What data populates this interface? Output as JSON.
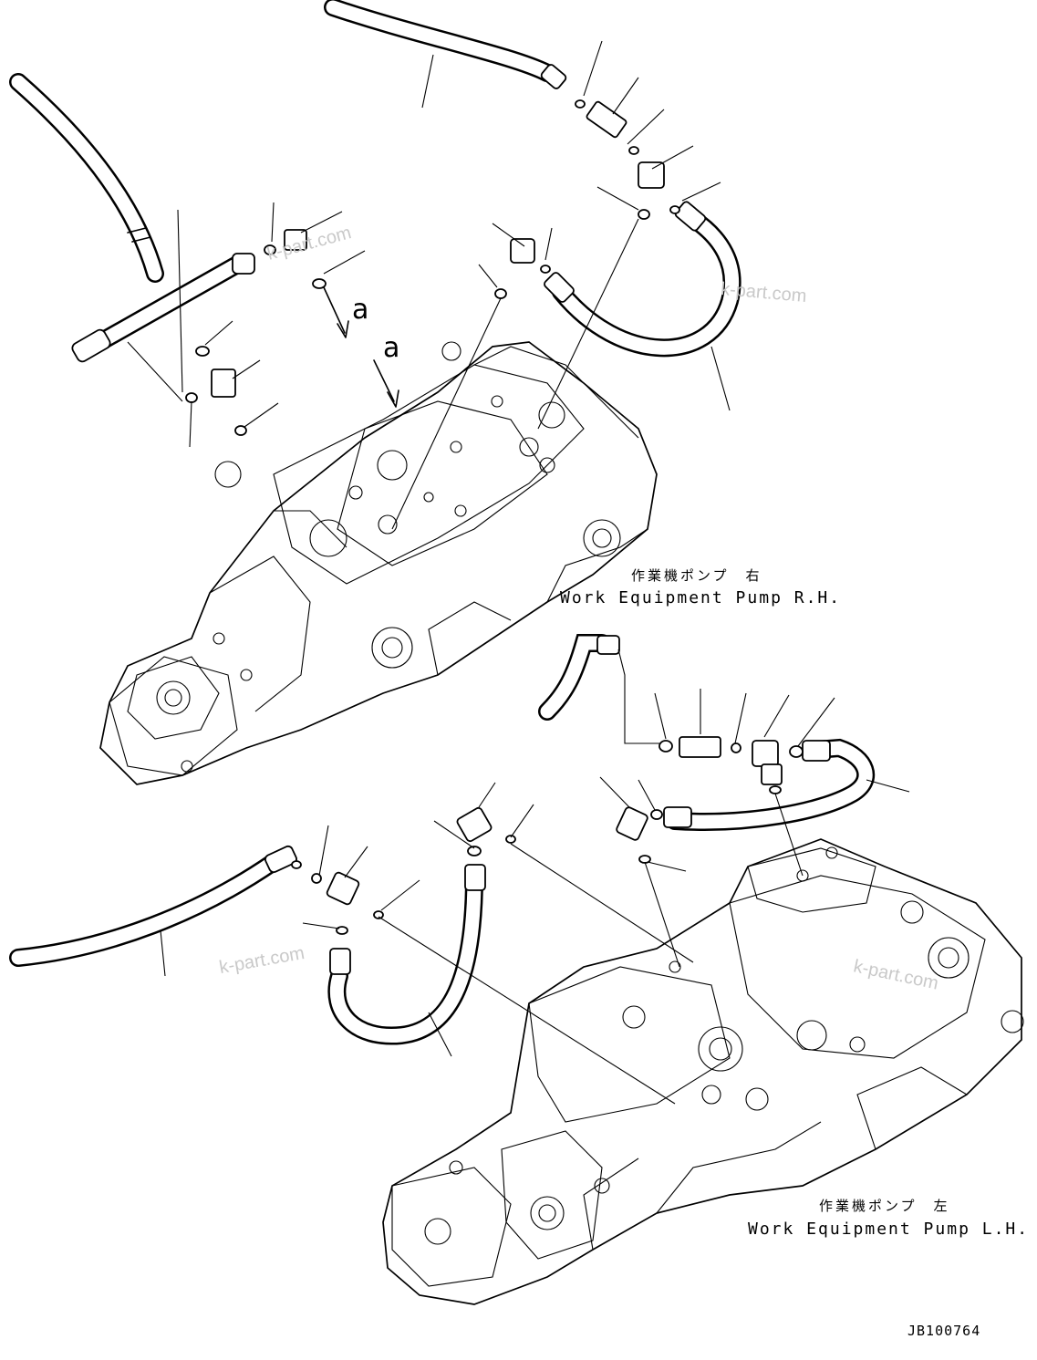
{
  "labels": {
    "pump_rh_jp": "作業機ポンプ　右",
    "pump_rh_en": "Work Equipment Pump R.H.",
    "pump_lh_jp": "作業機ポンプ　左",
    "pump_lh_en": "Work Equipment Pump L.H."
  },
  "view_markers": [
    "a",
    "a"
  ],
  "drawing_number": "JB100764",
  "watermarks": [
    "k-part.com",
    "k-part.com",
    "k-part.com",
    "k-part.com"
  ]
}
